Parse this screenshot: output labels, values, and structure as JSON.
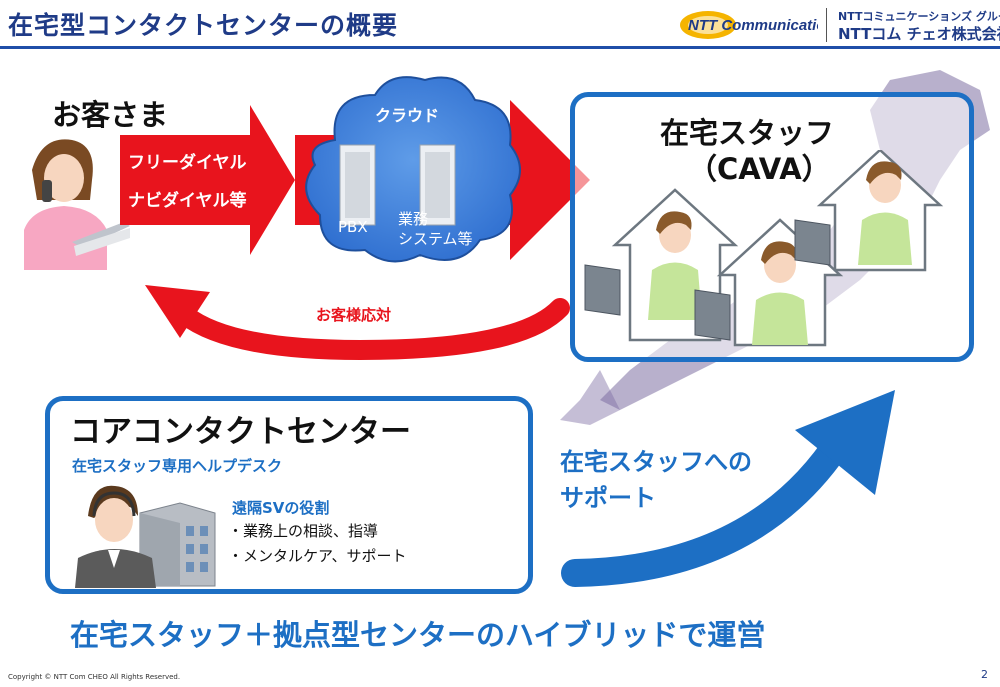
{
  "header": {
    "title": "在宅型コンタクトセンターの概要",
    "logo_text": "NTT Communications",
    "brand_line1": "NTTコミュニケーションズ グループ",
    "brand_line2": "NTTコム チェオ株式会社"
  },
  "customer": {
    "title": "お客さま",
    "channel_1": "フリーダイヤル",
    "channel_2": "ナビダイヤル等"
  },
  "cloud": {
    "label": "クラウド",
    "server_1": "PBX",
    "server_2_line1": "業務",
    "server_2_line2": "システム等"
  },
  "return_flow": {
    "label": "お客様応対"
  },
  "home_staff": {
    "title": "在宅スタッフ",
    "subtitle": "（CAVA）"
  },
  "core_center": {
    "title": "コアコンタクトセンター",
    "subtitle": "在宅スタッフ専用ヘルプデスク",
    "sv_title": "遠隔SVの役割",
    "bullets": [
      "・業務上の相談、指導",
      "・メンタルケア、サポート"
    ]
  },
  "support": {
    "line1": "在宅スタッフへの",
    "line2": "サポート"
  },
  "summary": "在宅スタッフ＋拠点型センターのハイブリッドで運営",
  "footer": {
    "copyright": "Copyright © NTT Com CHEO All Rights Reserved.",
    "page_number": "2"
  },
  "colors": {
    "title_blue": "#1f3b87",
    "accent_blue": "#1d6fc4",
    "arrow_red": "#e8141d",
    "cloud_blue": "#2f6fd0"
  }
}
